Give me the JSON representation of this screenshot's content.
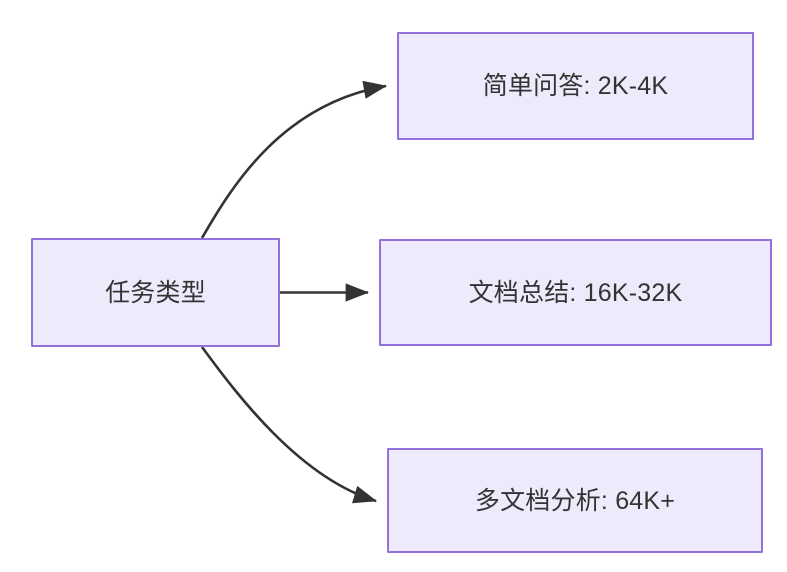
{
  "diagram": {
    "type": "flowchart",
    "direction": "left-to-right",
    "background_color": "#FFFFFF",
    "node_fill_color": "#ECEAFB",
    "node_border_color": "#9370DB",
    "node_text_color": "#333333",
    "edge_color": "#333333",
    "root": {
      "id": "task-type",
      "label": "任务类型"
    },
    "branches": [
      {
        "id": "simple-qa",
        "label": "简单问答: 2K-4K",
        "edge_style": "curved"
      },
      {
        "id": "doc-summary",
        "label": "文档总结: 16K-32K",
        "edge_style": "straight"
      },
      {
        "id": "multi-doc",
        "label": "多文档分析: 64K+",
        "edge_style": "curved"
      }
    ]
  }
}
